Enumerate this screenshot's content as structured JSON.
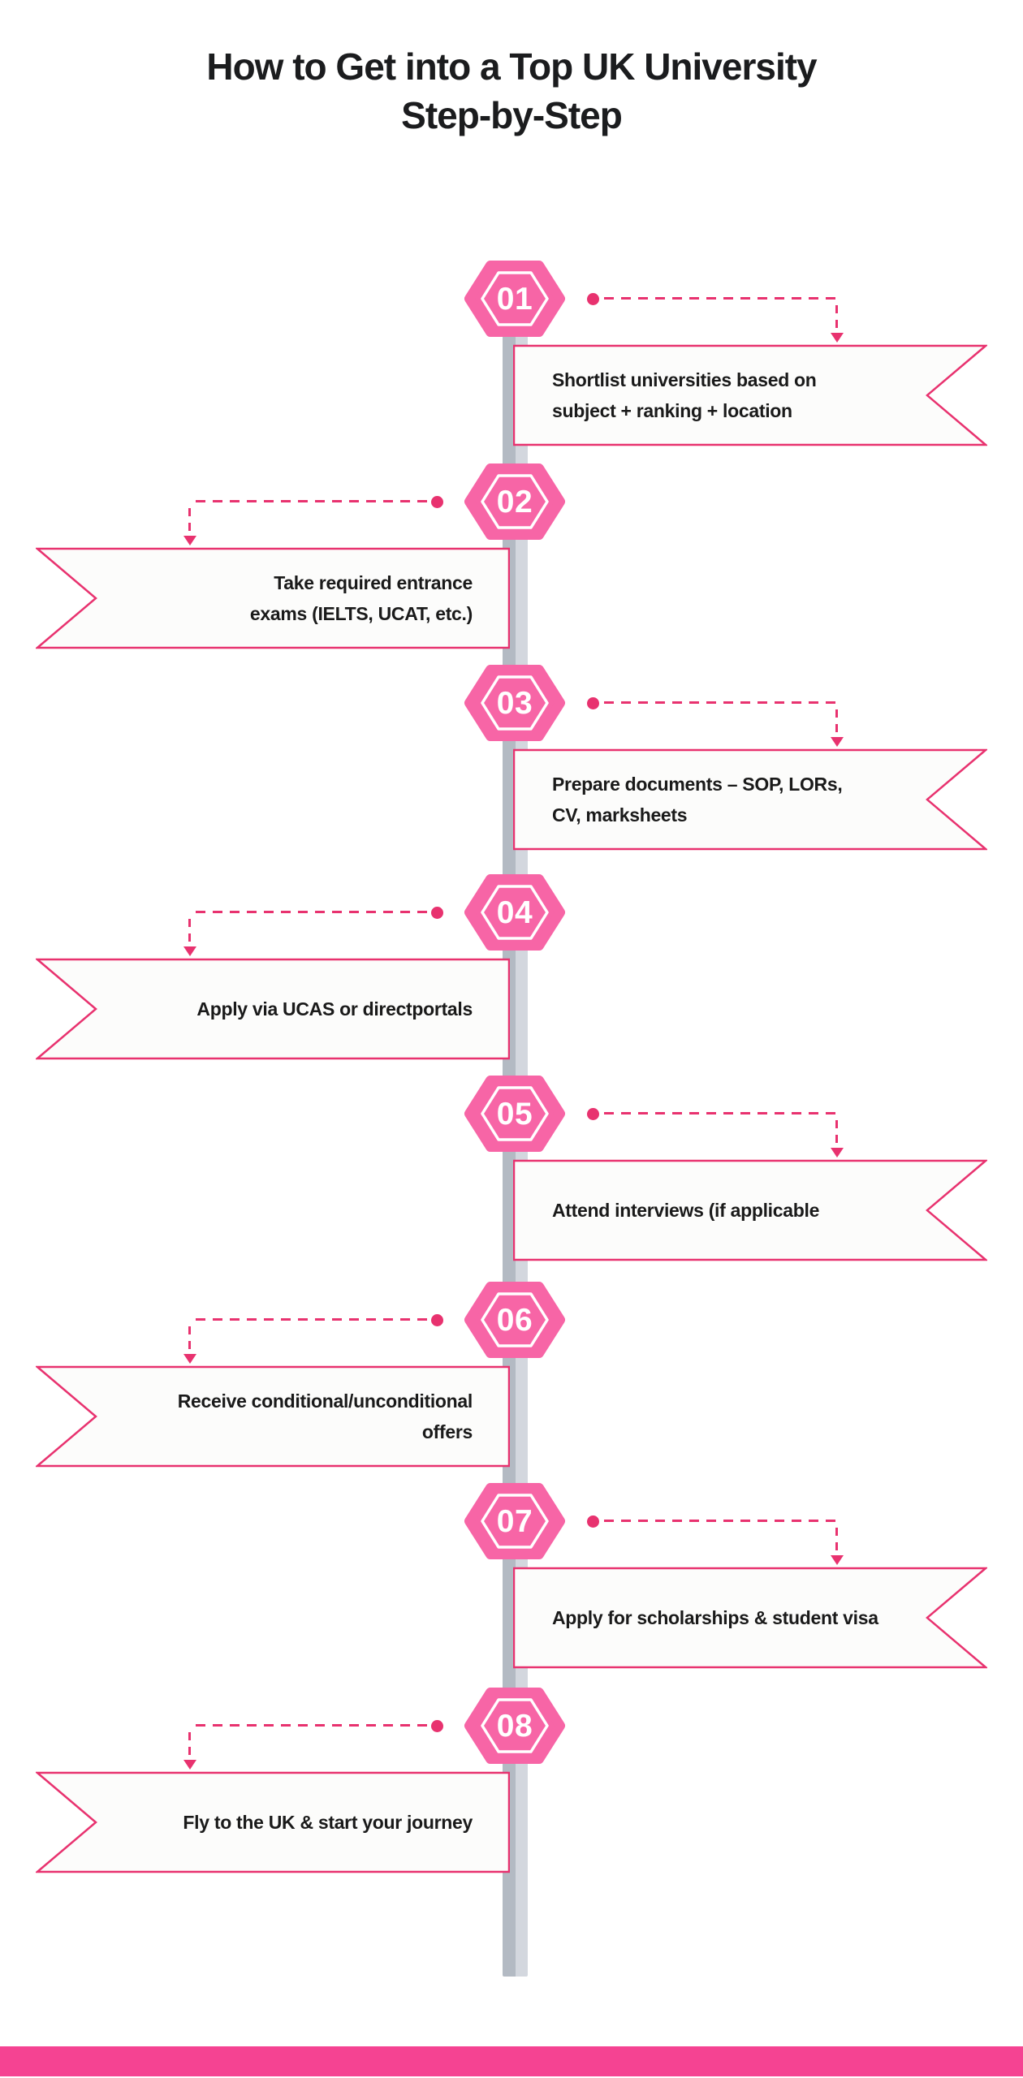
{
  "title": {
    "line1": "How to Get into a Top UK University",
    "line2": "Step-by-Step"
  },
  "steps": [
    {
      "number": "01",
      "side": "right",
      "label": "Shortlist universities based on subject + ranking + location"
    },
    {
      "number": "02",
      "side": "left",
      "label": "Take required entrance exams (IELTS, UCAT, etc.)"
    },
    {
      "number": "03",
      "side": "right",
      "label": "Prepare documents – SOP, LORs, CV, marksheets"
    },
    {
      "number": "04",
      "side": "left",
      "label": "Apply via UCAS or directportals"
    },
    {
      "number": "05",
      "side": "right",
      "label": "Attend interviews (if applicable"
    },
    {
      "number": "06",
      "side": "left",
      "label": "Receive conditional/unconditional offers"
    },
    {
      "number": "07",
      "side": "right",
      "label": "Apply for scholarships & student visa"
    },
    {
      "number": "08",
      "side": "left",
      "label": "Fly to the UK & start your journey"
    }
  ],
  "colors": {
    "accent-pink": "#F765A6",
    "crimson": "#E8326F",
    "banner-fill": "#FCFCFB",
    "spine-dark": "#B3BAC3",
    "spine-light": "#D3D7DE",
    "footer-pink": "#F54392",
    "title-color": "#1B1C1E",
    "text-color": "#1A1A1A"
  },
  "icons": {
    "badge_shape": "hexagon-badge",
    "connector_start": "dot",
    "connector_end": "arrow-down"
  }
}
